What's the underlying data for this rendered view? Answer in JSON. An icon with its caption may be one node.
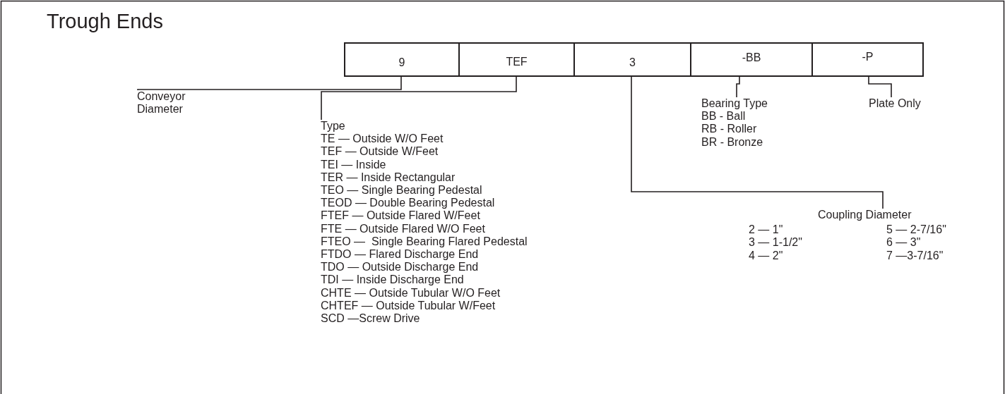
{
  "diagram": {
    "title": "Trough Ends",
    "nodes": [
      {
        "text": [
          "9"
        ]
      },
      {
        "text": [
          "TEF"
        ]
      },
      {
        "text": [
          "3"
        ]
      },
      {
        "text": [
          "-BB"
        ]
      },
      {
        "text": [
          "-P"
        ]
      },
      {
        "text": [
          "Conveyor Diameter"
        ]
      },
      {
        "text": [
          "Type",
          "TE — Outside W/O Feet",
          "TEF — Outside W/Feet",
          "TEI — Inside",
          "TER — Inside Rectangular",
          "TEO — Single Bearing Pedestal",
          "TEOD — Double Bearing Pedestal",
          "FTEF — Outside Flared W/Feet",
          "FTE — Outside Flared W/O Feet",
          "FTEO —  Single Bearing Flared Pedestal",
          "FTDO — Flared Discharge End",
          "TDO — Outside Discharge End",
          "TDI — Inside Discharge End",
          "CHTE — Outside Tubular W/O Feet",
          "CHTEF — Outside Tubular W/Feet",
          "SCD —Screw Drive"
        ]
      },
      {
        "text": [
          "Bearing Type",
          "BB - Ball",
          "RB - Roller",
          "BR - Bronze"
        ]
      },
      {
        "text": [
          "Plate Only"
        ]
      },
      {
        "text": [
          "Coupling Diameter",
          "2 — 1\"",
          "5 — 2-7/16\"",
          "3 — 1-1/2\"",
          "6 — 3\"",
          "4 — 2\"",
          "7 —3-7/16\""
        ]
      }
    ],
    "edges": [
      {
        "from": 5,
        "to": 0,
        "arrow": "none"
      },
      {
        "from": 6,
        "to": 1,
        "arrow": "none"
      },
      {
        "from": 9,
        "to": 2,
        "arrow": "none"
      },
      {
        "from": 7,
        "to": 3,
        "arrow": "none"
      },
      {
        "from": 8,
        "to": 4,
        "arrow": "none"
      }
    ]
  }
}
